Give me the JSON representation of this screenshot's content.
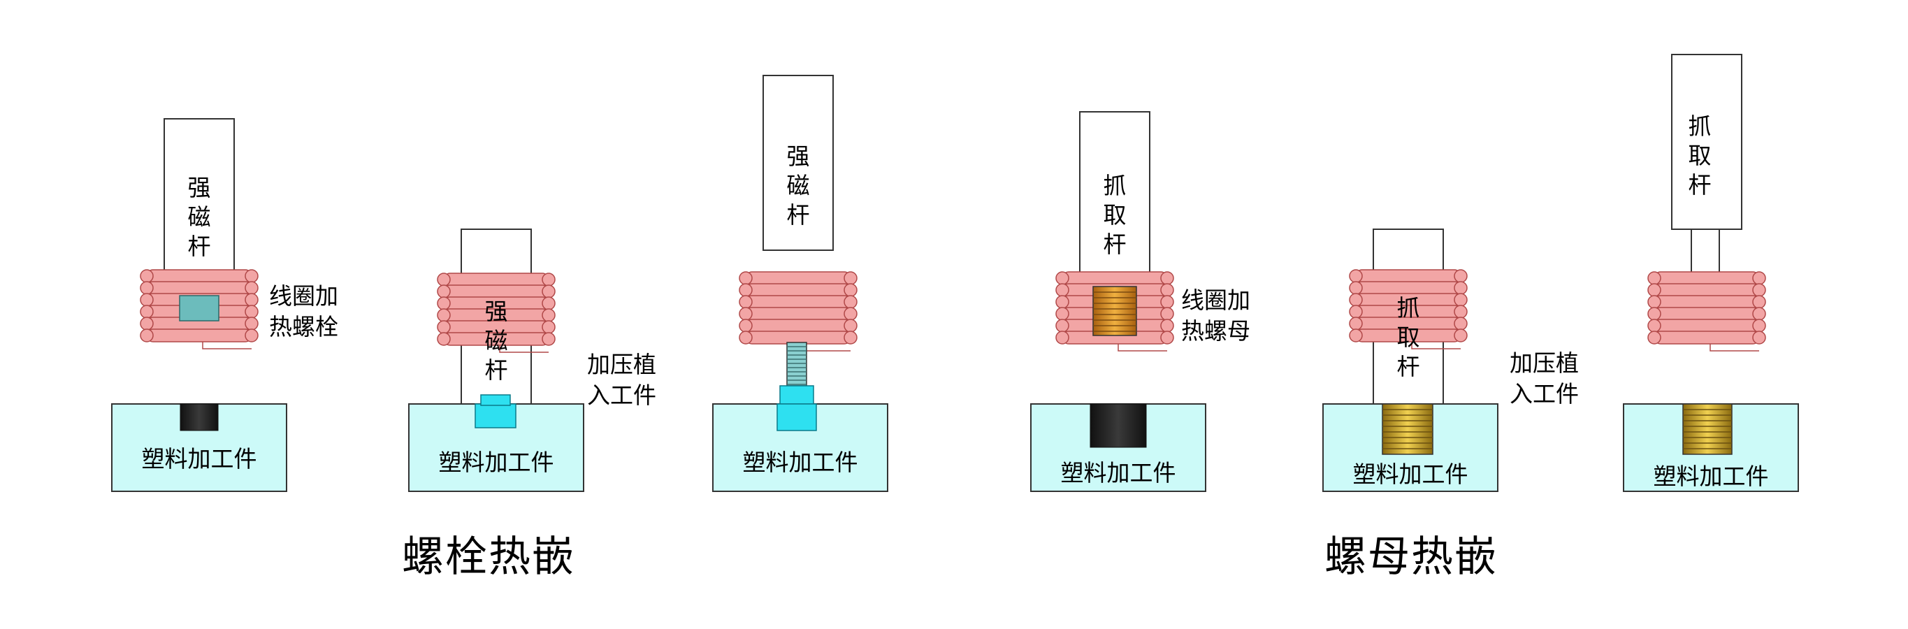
{
  "colors": {
    "coil": "#f2a5a5",
    "coil_edge": "#b04848",
    "block": "#ccfaf8",
    "bolt_cyan": "#2ee0f0",
    "bolt_gray": "#6cbcbc",
    "dark_hole": "#222222",
    "nut_orange": "#e09a30",
    "nut_gold": "#d8b030"
  },
  "labels": {
    "magnetic_rod": "强\n磁\n杆",
    "grab_rod": "抓\n取\n杆",
    "workpiece": "塑料加工件",
    "coil_heat_bolt": "线圈加\n热螺栓",
    "coil_heat_nut": "线圈加\n热螺母",
    "press_insert": "加压植\n入工件"
  },
  "sections": {
    "bolt": "螺栓热嵌",
    "nut": "螺母热嵌"
  },
  "stages": [
    {
      "id": "bolt-heat",
      "rod": "magnetic_rod",
      "insert": "bolt-in-coil",
      "hole": "dark"
    },
    {
      "id": "bolt-press",
      "rod": "magnetic_rod",
      "insert": "bolt-embedded",
      "hole": "none"
    },
    {
      "id": "bolt-done",
      "rod": "magnetic_rod",
      "insert": "bolt-threaded",
      "hole": "none"
    },
    {
      "id": "nut-heat",
      "rod": "grab_rod",
      "insert": "nut-in-coil",
      "hole": "dark"
    },
    {
      "id": "nut-press",
      "rod": "grab_rod",
      "insert": "nut-embedded",
      "hole": "none"
    },
    {
      "id": "nut-done",
      "rod": "grab_rod",
      "insert": "nut-embedded-final",
      "hole": "none"
    }
  ]
}
